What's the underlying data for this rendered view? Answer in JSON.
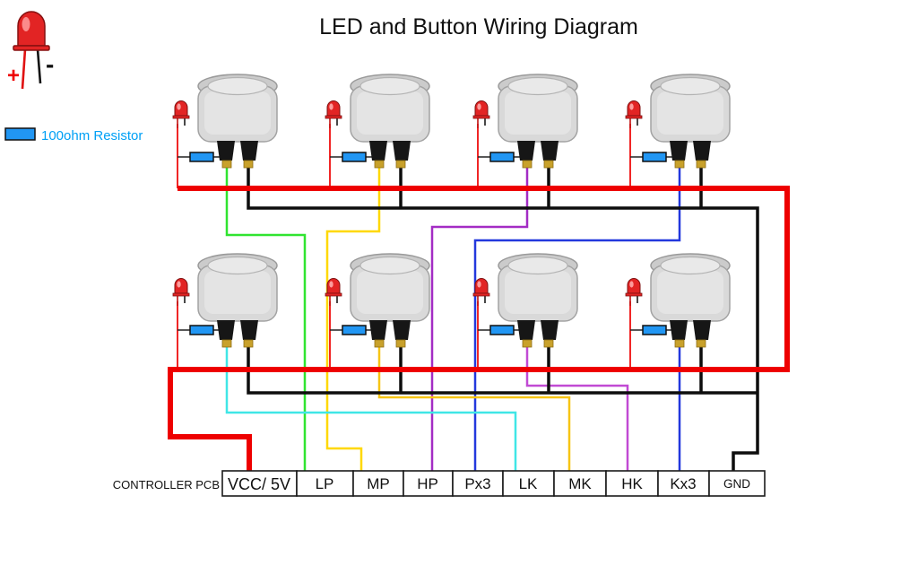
{
  "title": "LED and Button Wiring Diagram",
  "legend": {
    "led_plus": "+",
    "led_minus": "-",
    "resistor_label": "100ohm Resistor"
  },
  "pcb": {
    "label": "CONTROLLER PCB",
    "terminals": [
      {
        "label": "VCC/ 5V"
      },
      {
        "label": "LP"
      },
      {
        "label": "MP"
      },
      {
        "label": "HP"
      },
      {
        "label": "Px3"
      },
      {
        "label": "LK"
      },
      {
        "label": "MK"
      },
      {
        "label": "HK"
      },
      {
        "label": "Kx3"
      },
      {
        "label": "GND"
      }
    ]
  },
  "colors": {
    "vcc_red": "#ee0000",
    "gnd_black": "#0d0d0d",
    "lp_green": "#30e430",
    "mp_yellow": "#ffd800",
    "hp_purple": "#a32cc4",
    "px3_blue": "#2338dd",
    "lk_cyan": "#40e6e6",
    "mk_yellow": "#f7c515",
    "hk_magenta": "#c14ad4",
    "kx3_blue": "#2338dd",
    "resistor_blue": "#2196f3",
    "led_red": "#e22424",
    "legend_text_blue": "#00a0f5"
  },
  "wiring": [
    {
      "button": "top-1",
      "signal_terminal": "LP",
      "wire_color": "green"
    },
    {
      "button": "top-2",
      "signal_terminal": "MP",
      "wire_color": "yellow"
    },
    {
      "button": "top-3",
      "signal_terminal": "HP",
      "wire_color": "purple"
    },
    {
      "button": "top-4",
      "signal_terminal": "Px3",
      "wire_color": "blue"
    },
    {
      "button": "bottom-1",
      "signal_terminal": "LK",
      "wire_color": "cyan"
    },
    {
      "button": "bottom-2",
      "signal_terminal": "MK",
      "wire_color": "yellow"
    },
    {
      "button": "bottom-3",
      "signal_terminal": "HK",
      "wire_color": "magenta"
    },
    {
      "button": "bottom-4",
      "signal_terminal": "Kx3",
      "wire_color": "blue"
    }
  ]
}
